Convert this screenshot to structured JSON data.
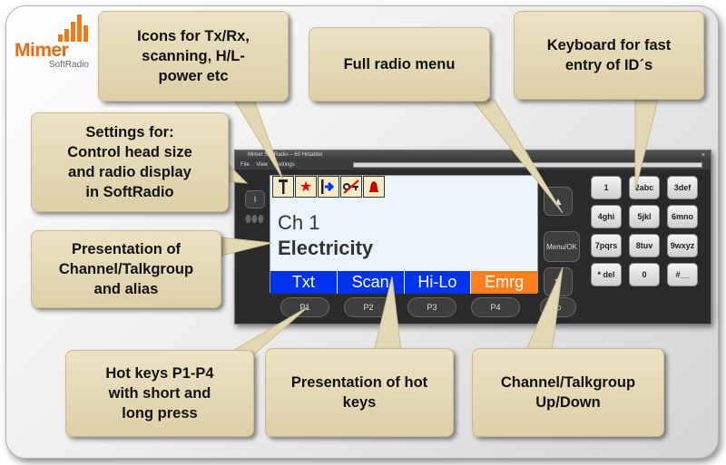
{
  "logo": {
    "title": "Mimer",
    "subtitle": "SoftRadio"
  },
  "callouts": {
    "icons": "Icons for Tx/Rx,\nscanning, H/L-\npower etc",
    "menu": "Full radio menu",
    "keyboard": "Keyboard for fast\nentry of ID´s",
    "settings": "Settings for:\nControl head size\nand radio display\nin SoftRadio",
    "channel": "Presentation of\nChannel/Talkgroup\nand alias",
    "hotkeys": "Hot keys P1-P4\nwith short and\nlong press",
    "hotkey_presentation": "Presentation of hot\nkeys",
    "updown": "Channel/Talkgroup\nUp/Down"
  },
  "window": {
    "title": "Mimer SoftRadio – 60 Hotabbo",
    "menu": [
      "File",
      "View",
      "Settings"
    ],
    "close": "×",
    "settings_button": "I",
    "leds": "⬮⬮⬮",
    "display": {
      "channel": "Ch 1",
      "alias": "Electricity",
      "status_icons": [
        "antenna-icon",
        "star-icon",
        "transmit-icon",
        "key-disabled-icon",
        "bell-icon"
      ],
      "hotkeys": [
        "Txt",
        "Scan",
        "Hi-Lo",
        "Emrg"
      ]
    },
    "nav": {
      "up": "▲",
      "menu_ok": "Menu/OK",
      "down": "▼"
    },
    "pkeys": [
      "P1",
      "P2",
      "P3",
      "P4"
    ],
    "back": "⮌",
    "keypad": [
      "1",
      "2abc",
      "3def",
      "4ghi",
      "5jkl",
      "6mno",
      "7pqrs",
      "8tuv",
      "9wxyz",
      "* del",
      "0",
      "#__"
    ]
  },
  "colors": {
    "hotkey_blue": "#0033ee",
    "hotkey_orange": "#ff7f1f",
    "callout_bg": "#e3d8b4",
    "logo_orange": "#e56a10"
  }
}
